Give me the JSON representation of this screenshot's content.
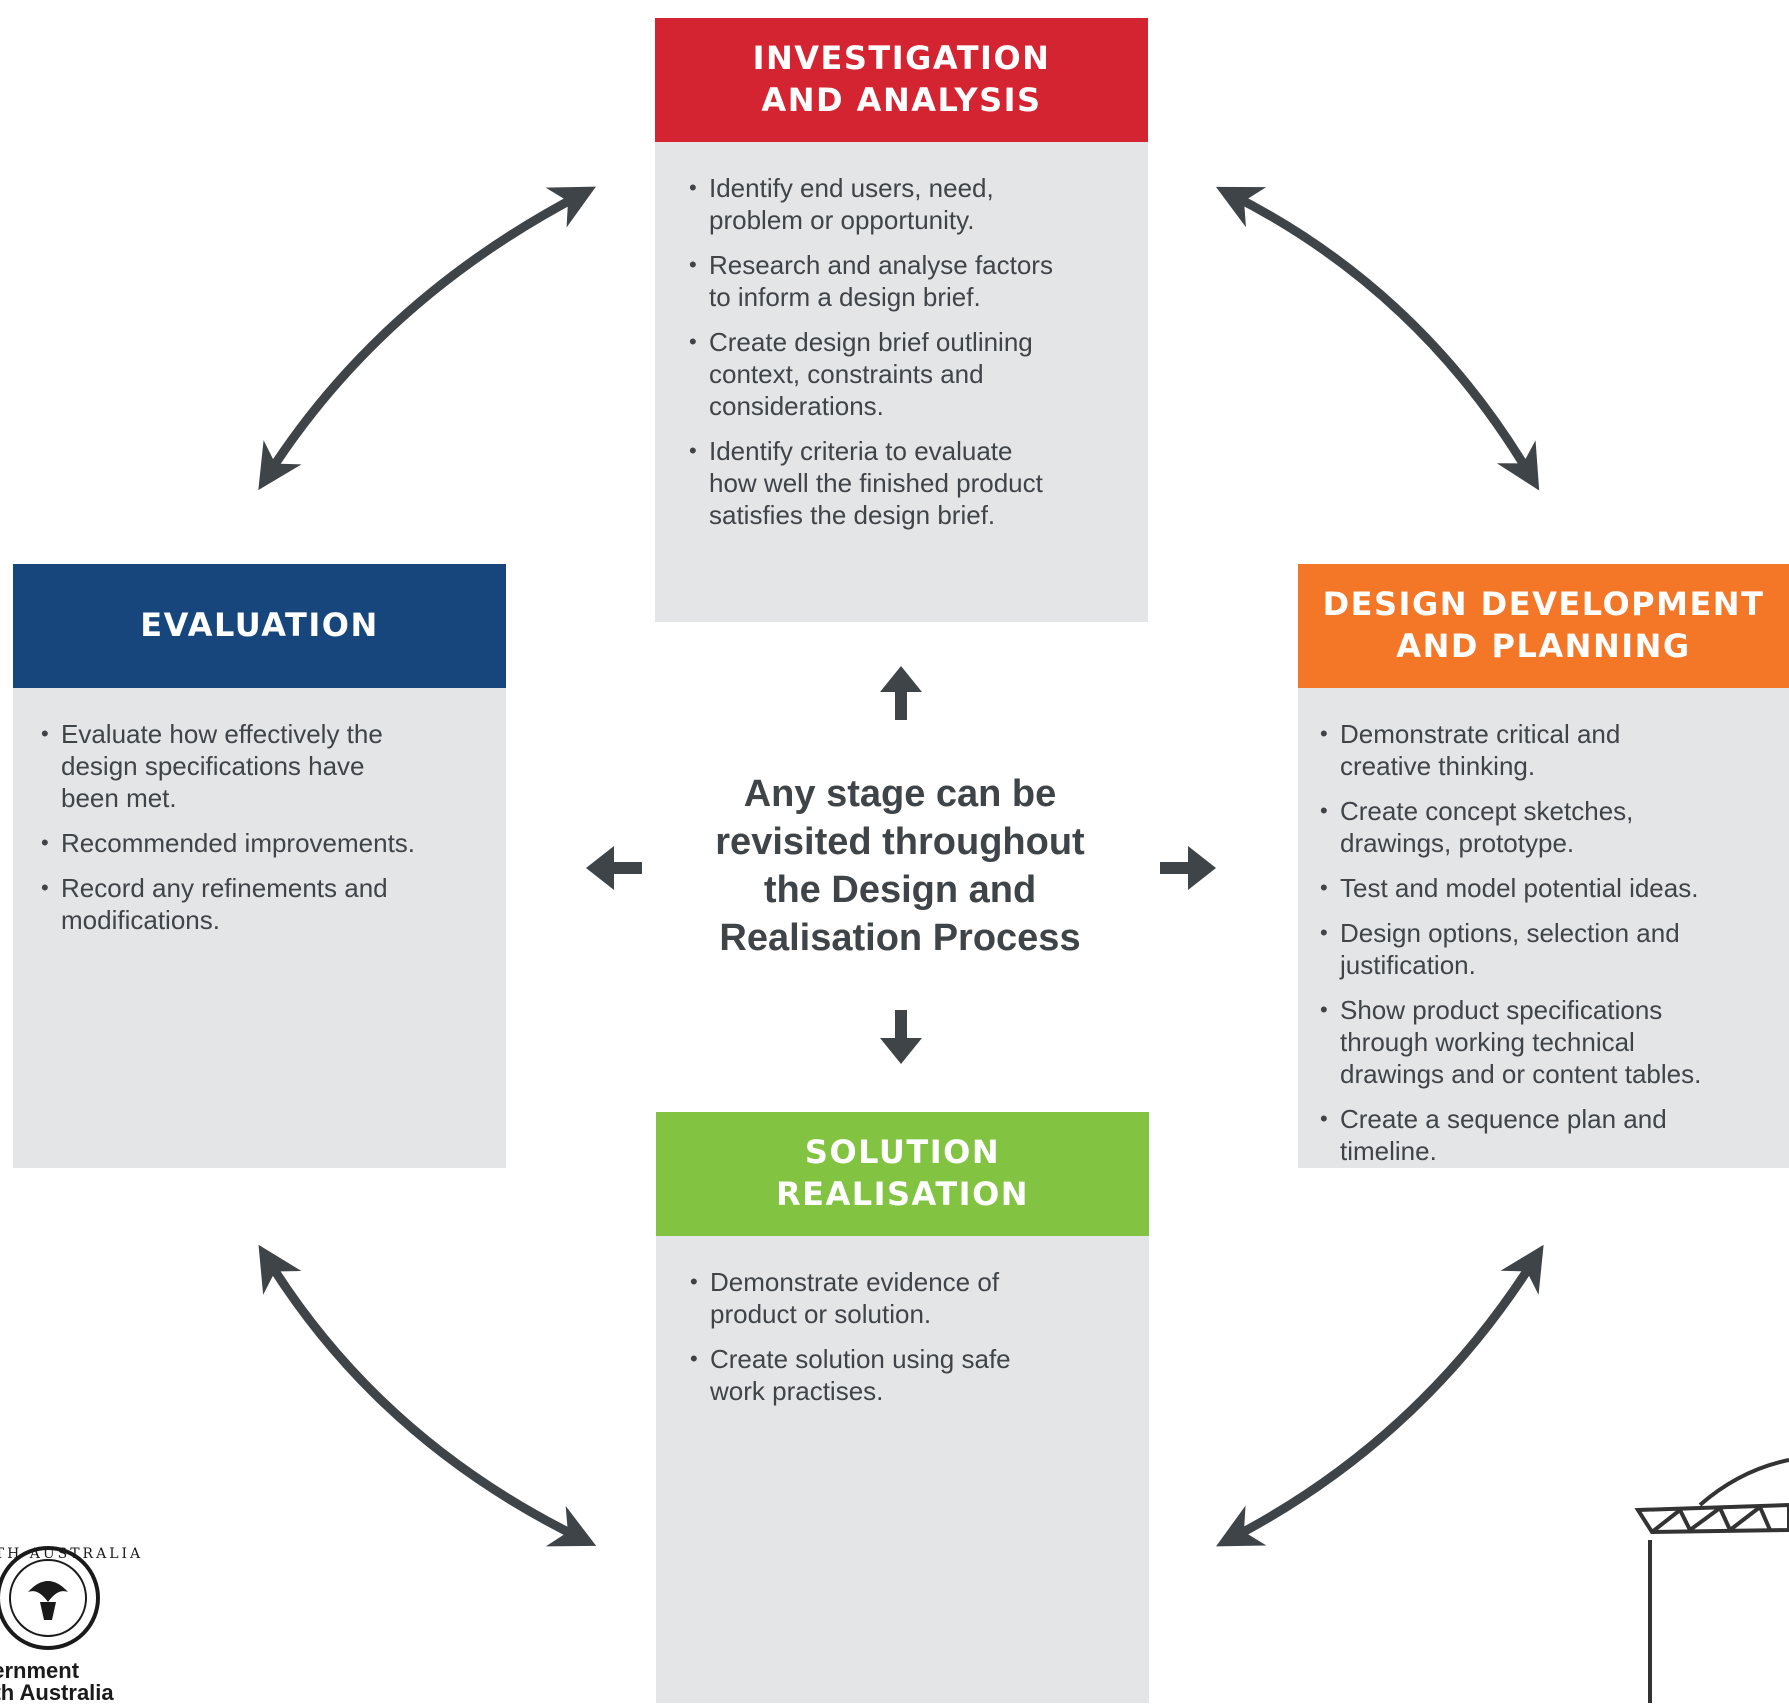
{
  "center_text": [
    "Any stage can be",
    "revisited throughout",
    "the Design and",
    "Realisation Process"
  ],
  "stages": {
    "investigation": {
      "title": [
        "INVESTIGATION",
        "AND ANALYSIS"
      ],
      "color": "#d42331",
      "points": [
        [
          "Identify end users, need,",
          "problem or opportunity."
        ],
        [
          "Research and analyse factors",
          "to inform a design brief."
        ],
        [
          "Create design brief outlining",
          "context, constraints and",
          "considerations."
        ],
        [
          "Identify criteria to evaluate",
          "how well the finished product",
          "satisfies the design brief."
        ]
      ]
    },
    "evaluation": {
      "title": [
        "EVALUATION"
      ],
      "color": "#17467d",
      "points": [
        [
          "Evaluate how effectively the",
          "design specifications have",
          "been met."
        ],
        [
          "Recommended improvements."
        ],
        [
          "Record any refinements and",
          "modifications."
        ]
      ]
    },
    "design": {
      "title": [
        "DESIGN DEVELOPMENT",
        "AND PLANNING"
      ],
      "color": "#f47728",
      "points": [
        [
          "Demonstrate critical and",
          "creative thinking."
        ],
        [
          "Create concept sketches,",
          "drawings, prototype."
        ],
        [
          "Test and model potential ideas."
        ],
        [
          "Design options, selection and",
          "justification."
        ],
        [
          "Show product specifications",
          "through working technical",
          "drawings and or content tables."
        ],
        [
          "Create a sequence plan and timeline."
        ]
      ]
    },
    "solution": {
      "title": [
        "SOLUTION",
        "REALISATION"
      ],
      "color": "#82c341",
      "points": [
        [
          "Demonstrate evidence of",
          "product or solution."
        ],
        [
          "Create solution using safe",
          "work practises."
        ]
      ]
    }
  },
  "logo": {
    "seal_text": "SOUTH AUSTRALIA",
    "lines": [
      "vernment",
      "uth Australia"
    ]
  }
}
